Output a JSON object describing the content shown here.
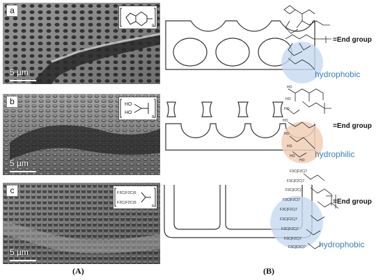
{
  "panel_a": {
    "label": "a",
    "scale": "5 µm"
  },
  "panel_b": {
    "label": "b",
    "scale": "5 µm"
  },
  "panel_c": {
    "label": "c",
    "scale": "5 µm"
  },
  "captions": {
    "left": "(A)",
    "right": "(B)"
  },
  "rows": [
    {
      "end_group": "=End group",
      "property": "hydrophobic",
      "property_color": "#3b7fb8",
      "halo_color": "#c5daf0"
    },
    {
      "end_group": "=End group",
      "property": "hydrophilic",
      "property_color": "#3b7fb8",
      "halo_color": "#f1cfb6"
    },
    {
      "end_group": "=End group",
      "property": "hydrophobic",
      "property_color": "#3b7fb8",
      "halo_color": "#c5daf0"
    }
  ],
  "formula_labels": {
    "inset_b": "HO",
    "inset_c_top": "F3C(F2C)6",
    "inset_c_bottom": "F3C(F2C)6",
    "subscript": "8",
    "row2_groups": [
      "HO",
      "HO",
      "HO",
      "HO",
      "HO",
      "HO",
      "HO",
      "HO"
    ],
    "row3_groups": [
      "F3C(F2C)7",
      "F3C(F2C)7",
      "F3C(F2C)7",
      "F3C(F2C)7",
      "F3C(F2C)7",
      "F3C(F2C)7",
      "F3C(F2C)7",
      "F3C(F2C)7",
      "F3C(F2C)7"
    ]
  },
  "colors": {
    "outline": "#333333",
    "sem_dark": "#3a3a3a",
    "sem_light": "#b8b8b8"
  }
}
